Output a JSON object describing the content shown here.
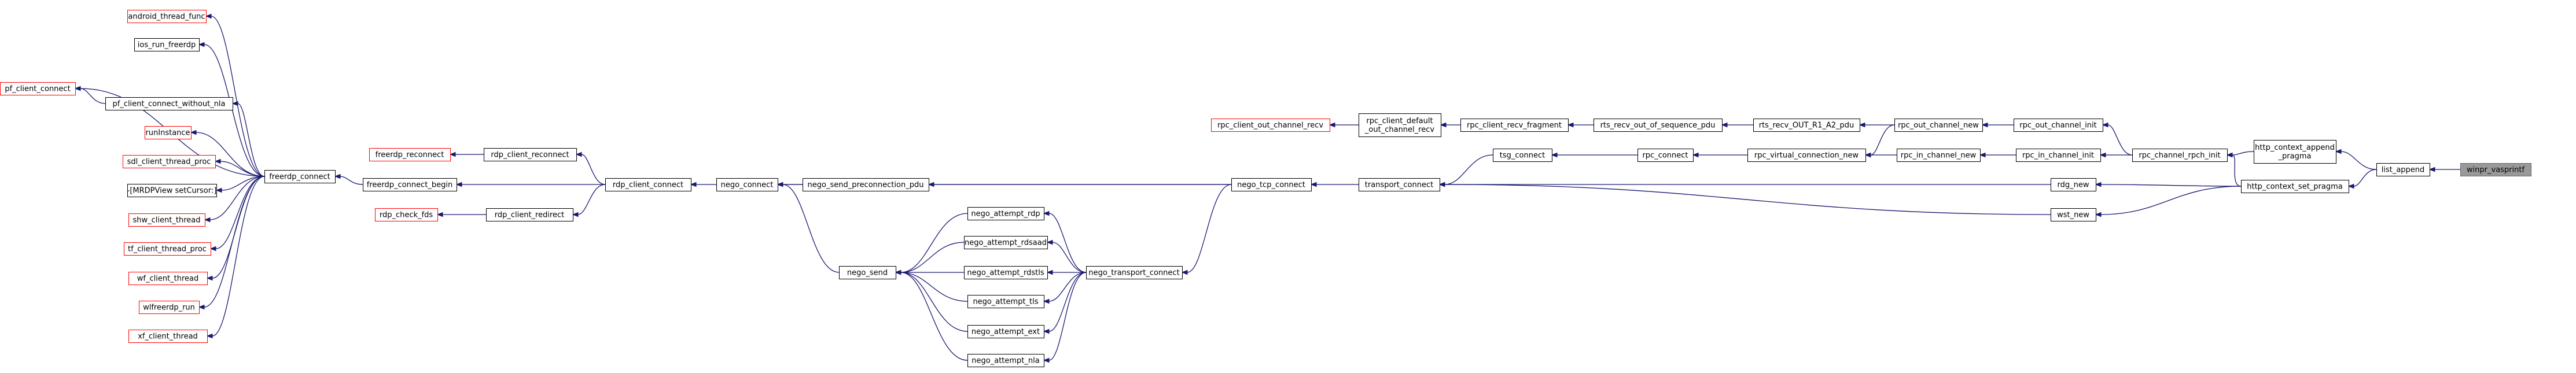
{
  "colors": {
    "edge": "#191970",
    "leaf_border": "#ff0000",
    "node_border": "#000000",
    "focus_fill": "#999999",
    "focus_border": "#666666"
  },
  "nodes": [
    {
      "id": "android_thread_func",
      "lines": [
        "android_thread_func"
      ],
      "kind": "leaf"
    },
    {
      "id": "ios_run_freerdp",
      "lines": [
        "ios_run_freerdp"
      ],
      "kind": "normal"
    },
    {
      "id": "pf_client_connect",
      "lines": [
        "pf_client_connect"
      ],
      "kind": "leaf"
    },
    {
      "id": "pf_client_connect_without_nla",
      "lines": [
        "pf_client_connect_without_nla"
      ],
      "kind": "normal"
    },
    {
      "id": "runInstance",
      "lines": [
        "runInstance"
      ],
      "kind": "leaf"
    },
    {
      "id": "sdl_client_thread_proc",
      "lines": [
        "sdl_client_thread_proc"
      ],
      "kind": "leaf"
    },
    {
      "id": "MRDPView_setCursor",
      "lines": [
        "-[MRDPView setCursor:]"
      ],
      "kind": "normal"
    },
    {
      "id": "shw_client_thread",
      "lines": [
        "shw_client_thread"
      ],
      "kind": "leaf"
    },
    {
      "id": "tf_client_thread_proc",
      "lines": [
        "tf_client_thread_proc"
      ],
      "kind": "leaf"
    },
    {
      "id": "wf_client_thread",
      "lines": [
        "wf_client_thread"
      ],
      "kind": "leaf"
    },
    {
      "id": "wlfreerdp_run",
      "lines": [
        "wlfreerdp_run"
      ],
      "kind": "leaf"
    },
    {
      "id": "xf_client_thread",
      "lines": [
        "xf_client_thread"
      ],
      "kind": "leaf"
    },
    {
      "id": "freerdp_connect",
      "lines": [
        "freerdp_connect"
      ],
      "kind": "normal"
    },
    {
      "id": "freerdp_reconnect",
      "lines": [
        "freerdp_reconnect"
      ],
      "kind": "leaf"
    },
    {
      "id": "freerdp_connect_begin",
      "lines": [
        "freerdp_connect_begin"
      ],
      "kind": "normal"
    },
    {
      "id": "rdp_check_fds",
      "lines": [
        "rdp_check_fds"
      ],
      "kind": "leaf"
    },
    {
      "id": "rdp_client_reconnect",
      "lines": [
        "rdp_client_reconnect"
      ],
      "kind": "normal"
    },
    {
      "id": "rdp_client_redirect",
      "lines": [
        "rdp_client_redirect"
      ],
      "kind": "normal"
    },
    {
      "id": "rdp_client_connect",
      "lines": [
        "rdp_client_connect"
      ],
      "kind": "normal"
    },
    {
      "id": "nego_connect",
      "lines": [
        "nego_connect"
      ],
      "kind": "normal"
    },
    {
      "id": "nego_send_preconnection_pdu",
      "lines": [
        "nego_send_preconnection_pdu"
      ],
      "kind": "normal"
    },
    {
      "id": "nego_send",
      "lines": [
        "nego_send"
      ],
      "kind": "normal"
    },
    {
      "id": "nego_attempt_rdp",
      "lines": [
        "nego_attempt_rdp"
      ],
      "kind": "normal"
    },
    {
      "id": "nego_attempt_rdsaad",
      "lines": [
        "nego_attempt_rdsaad"
      ],
      "kind": "normal"
    },
    {
      "id": "nego_attempt_rdstls",
      "lines": [
        "nego_attempt_rdstls"
      ],
      "kind": "normal"
    },
    {
      "id": "nego_attempt_tls",
      "lines": [
        "nego_attempt_tls"
      ],
      "kind": "normal"
    },
    {
      "id": "nego_attempt_ext",
      "lines": [
        "nego_attempt_ext"
      ],
      "kind": "normal"
    },
    {
      "id": "nego_attempt_nla",
      "lines": [
        "nego_attempt_nla"
      ],
      "kind": "normal"
    },
    {
      "id": "nego_transport_connect",
      "lines": [
        "nego_transport_connect"
      ],
      "kind": "normal"
    },
    {
      "id": "nego_tcp_connect",
      "lines": [
        "nego_tcp_connect"
      ],
      "kind": "normal"
    },
    {
      "id": "rpc_client_out_channel_recv",
      "lines": [
        "rpc_client_out_channel_recv"
      ],
      "kind": "leaf"
    },
    {
      "id": "rpc_client_default_out_channel_recv",
      "lines": [
        "rpc_client_default",
        "_out_channel_recv"
      ],
      "kind": "normal"
    },
    {
      "id": "transport_connect",
      "lines": [
        "transport_connect"
      ],
      "kind": "normal"
    },
    {
      "id": "rpc_client_recv_fragment",
      "lines": [
        "rpc_client_recv_fragment"
      ],
      "kind": "normal"
    },
    {
      "id": "tsg_connect",
      "lines": [
        "tsg_connect"
      ],
      "kind": "normal"
    },
    {
      "id": "rts_recv_out_of_sequence_pdu",
      "lines": [
        "rts_recv_out_of_sequence_pdu"
      ],
      "kind": "normal"
    },
    {
      "id": "rpc_connect",
      "lines": [
        "rpc_connect"
      ],
      "kind": "normal"
    },
    {
      "id": "rts_recv_OUT_R1_A2_pdu",
      "lines": [
        "rts_recv_OUT_R1_A2_pdu"
      ],
      "kind": "normal"
    },
    {
      "id": "rpc_virtual_connection_new",
      "lines": [
        "rpc_virtual_connection_new"
      ],
      "kind": "normal"
    },
    {
      "id": "rpc_out_channel_new",
      "lines": [
        "rpc_out_channel_new"
      ],
      "kind": "normal"
    },
    {
      "id": "rpc_in_channel_new",
      "lines": [
        "rpc_in_channel_new"
      ],
      "kind": "normal"
    },
    {
      "id": "rdg_new",
      "lines": [
        "rdg_new"
      ],
      "kind": "normal"
    },
    {
      "id": "wst_new",
      "lines": [
        "wst_new"
      ],
      "kind": "normal"
    },
    {
      "id": "rpc_out_channel_init",
      "lines": [
        "rpc_out_channel_init"
      ],
      "kind": "normal"
    },
    {
      "id": "rpc_in_channel_init",
      "lines": [
        "rpc_in_channel_init"
      ],
      "kind": "normal"
    },
    {
      "id": "rpc_channel_rpch_init",
      "lines": [
        "rpc_channel_rpch_init"
      ],
      "kind": "normal"
    },
    {
      "id": "http_context_append_pragma",
      "lines": [
        "http_context_append",
        "_pragma"
      ],
      "kind": "normal"
    },
    {
      "id": "http_context_set_pragma",
      "lines": [
        "http_context_set_pragma"
      ],
      "kind": "normal"
    },
    {
      "id": "list_append",
      "lines": [
        "list_append"
      ],
      "kind": "normal"
    },
    {
      "id": "winpr_vasprintf",
      "lines": [
        "winpr_vasprintf"
      ],
      "kind": "focus"
    }
  ],
  "edges": [
    [
      "freerdp_connect",
      "android_thread_func"
    ],
    [
      "freerdp_connect",
      "ios_run_freerdp"
    ],
    [
      "freerdp_connect",
      "pf_client_connect"
    ],
    [
      "freerdp_connect",
      "pf_client_connect_without_nla"
    ],
    [
      "pf_client_connect_without_nla",
      "pf_client_connect"
    ],
    [
      "freerdp_connect",
      "runInstance"
    ],
    [
      "freerdp_connect",
      "sdl_client_thread_proc"
    ],
    [
      "freerdp_connect",
      "MRDPView_setCursor"
    ],
    [
      "freerdp_connect",
      "shw_client_thread"
    ],
    [
      "freerdp_connect",
      "tf_client_thread_proc"
    ],
    [
      "freerdp_connect",
      "wf_client_thread"
    ],
    [
      "freerdp_connect",
      "wlfreerdp_run"
    ],
    [
      "freerdp_connect",
      "xf_client_thread"
    ],
    [
      "freerdp_connect_begin",
      "freerdp_connect"
    ],
    [
      "rdp_client_reconnect",
      "freerdp_reconnect"
    ],
    [
      "rdp_client_redirect",
      "rdp_check_fds"
    ],
    [
      "rdp_client_connect",
      "freerdp_connect_begin"
    ],
    [
      "rdp_client_connect",
      "rdp_client_reconnect"
    ],
    [
      "rdp_client_connect",
      "rdp_client_redirect"
    ],
    [
      "nego_connect",
      "rdp_client_connect"
    ],
    [
      "nego_send",
      "nego_connect"
    ],
    [
      "nego_attempt_rdp",
      "nego_send"
    ],
    [
      "nego_attempt_rdsaad",
      "nego_send"
    ],
    [
      "nego_attempt_rdstls",
      "nego_send"
    ],
    [
      "nego_attempt_tls",
      "nego_send"
    ],
    [
      "nego_attempt_ext",
      "nego_send"
    ],
    [
      "nego_attempt_nla",
      "nego_send"
    ],
    [
      "nego_transport_connect",
      "nego_attempt_rdp"
    ],
    [
      "nego_transport_connect",
      "nego_attempt_rdsaad"
    ],
    [
      "nego_transport_connect",
      "nego_attempt_rdstls"
    ],
    [
      "nego_transport_connect",
      "nego_attempt_tls"
    ],
    [
      "nego_transport_connect",
      "nego_attempt_ext"
    ],
    [
      "nego_transport_connect",
      "nego_attempt_nla"
    ],
    [
      "nego_tcp_connect",
      "nego_connect"
    ],
    [
      "nego_tcp_connect",
      "nego_send_preconnection_pdu"
    ],
    [
      "nego_tcp_connect",
      "nego_transport_connect"
    ],
    [
      "nego_send_preconnection_pdu",
      "nego_connect"
    ],
    [
      "transport_connect",
      "nego_tcp_connect"
    ],
    [
      "rpc_client_default_out_channel_recv",
      "rpc_client_out_channel_recv"
    ],
    [
      "rpc_client_recv_fragment",
      "rpc_client_default_out_channel_recv"
    ],
    [
      "rts_recv_out_of_sequence_pdu",
      "rpc_client_recv_fragment"
    ],
    [
      "rts_recv_OUT_R1_A2_pdu",
      "rts_recv_out_of_sequence_pdu"
    ],
    [
      "rpc_out_channel_new",
      "rts_recv_OUT_R1_A2_pdu"
    ],
    [
      "rpc_out_channel_new",
      "rpc_virtual_connection_new"
    ],
    [
      "tsg_connect",
      "transport_connect"
    ],
    [
      "rpc_connect",
      "tsg_connect"
    ],
    [
      "rpc_virtual_connection_new",
      "rpc_connect"
    ],
    [
      "rpc_in_channel_new",
      "rpc_virtual_connection_new"
    ],
    [
      "rpc_out_channel_init",
      "rpc_out_channel_new"
    ],
    [
      "rpc_in_channel_init",
      "rpc_in_channel_new"
    ],
    [
      "rpc_channel_rpch_init",
      "rpc_out_channel_init"
    ],
    [
      "rpc_channel_rpch_init",
      "rpc_in_channel_init"
    ],
    [
      "rdg_new",
      "transport_connect"
    ],
    [
      "wst_new",
      "transport_connect"
    ],
    [
      "http_context_append_pragma",
      "rpc_channel_rpch_init"
    ],
    [
      "http_context_set_pragma",
      "rpc_channel_rpch_init"
    ],
    [
      "http_context_set_pragma",
      "rdg_new"
    ],
    [
      "http_context_set_pragma",
      "wst_new"
    ],
    [
      "list_append",
      "http_context_append_pragma"
    ],
    [
      "list_append",
      "http_context_set_pragma"
    ],
    [
      "winpr_vasprintf",
      "list_append"
    ]
  ]
}
